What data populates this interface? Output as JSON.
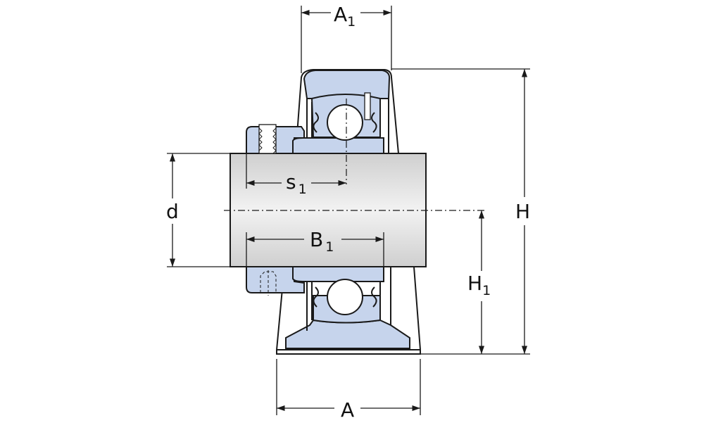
{
  "title": "Y-bearing plummer block unit dimension drawing",
  "colors": {
    "housing_fill": "#c6d4ec",
    "shaft_fill": "#d9d9d9",
    "line": "#1a1a1a"
  },
  "dimensions": {
    "A1": {
      "main": "A",
      "sub": "1"
    },
    "s1": {
      "main": "s",
      "sub": "1"
    },
    "d": {
      "main": "d"
    },
    "B1": {
      "main": "B",
      "sub": "1"
    },
    "H": {
      "main": "H"
    },
    "H1": {
      "main": "H",
      "sub": "1"
    },
    "A": {
      "main": "A"
    }
  }
}
